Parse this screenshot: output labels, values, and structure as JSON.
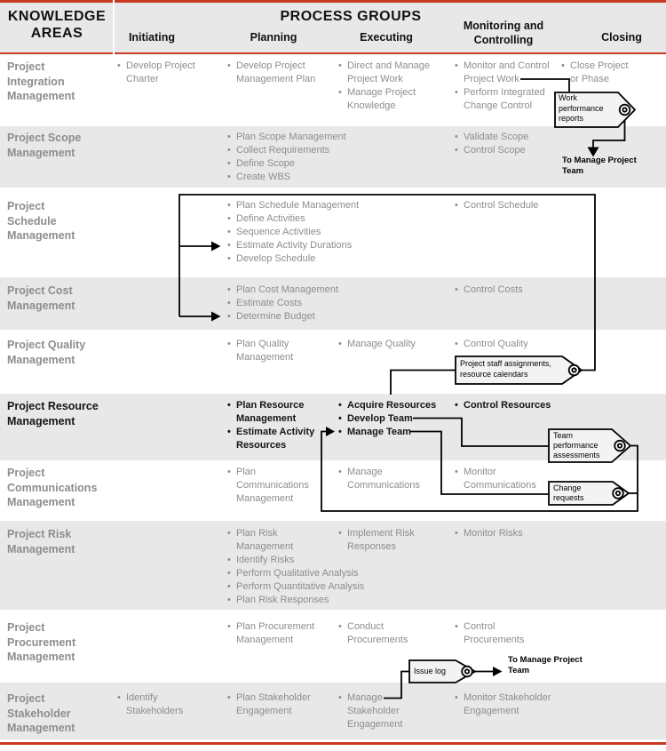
{
  "header": {
    "knowledge_areas": "KNOWLEDGE\nAREAS",
    "process_groups": "PROCESS GROUPS",
    "columns": [
      "Initiating",
      "Planning",
      "Executing",
      "Monitoring and\nControlling",
      "Closing"
    ]
  },
  "rows": [
    {
      "area": "Project\nIntegration\nManagement",
      "cells": {
        "initiating": [
          "Develop Project\nCharter"
        ],
        "planning": [
          "Develop Project\nManagement Plan"
        ],
        "executing": [
          "Direct and Manage\nProject Work",
          "Manage Project\nKnowledge"
        ],
        "monitoring": [
          "Monitor and Control\nProject Work",
          "Perform Integrated\nChange Control"
        ],
        "closing": [
          "Close Project\nor Phase"
        ]
      }
    },
    {
      "area": "Project Scope\nManagement",
      "cells": {
        "planning": [
          "Plan Scope Management",
          "Collect Requirements",
          "Define Scope",
          "Create WBS"
        ],
        "monitoring": [
          "Validate Scope",
          "Control Scope"
        ]
      }
    },
    {
      "area": "Project\nSchedule\nManagement",
      "cells": {
        "planning": [
          "Plan Schedule Management",
          "Define Activities",
          "Sequence Activities",
          "Estimate Activity Durations",
          "Develop Schedule"
        ],
        "monitoring": [
          "Control Schedule"
        ]
      }
    },
    {
      "area": "Project Cost\nManagement",
      "cells": {
        "planning": [
          "Plan Cost Management",
          "Estimate Costs",
          "Determine Budget"
        ],
        "monitoring": [
          "Control Costs"
        ]
      }
    },
    {
      "area": "Project Quality\nManagement",
      "cells": {
        "planning": [
          "Plan Quality\nManagement"
        ],
        "executing": [
          "Manage Quality"
        ],
        "monitoring": [
          "Control Quality"
        ]
      }
    },
    {
      "area": "Project Resource\nManagement",
      "cells": {
        "planning": [
          "Plan Resource\nManagement",
          "Estimate Activity\nResources"
        ],
        "executing": [
          "Acquire Resources",
          "Develop Team",
          "Manage Team"
        ],
        "monitoring": [
          "Control Resources"
        ]
      }
    },
    {
      "area": "Project\nCommunications\nManagement",
      "cells": {
        "planning": [
          "Plan\nCommunications\nManagement"
        ],
        "executing": [
          "Manage\nCommunications"
        ],
        "monitoring": [
          "Monitor\nCommunications"
        ]
      }
    },
    {
      "area": "Project Risk\nManagement",
      "cells": {
        "planning": [
          "Plan Risk\nManagement",
          "Identify Risks",
          "Perform Qualitative Analysis",
          "Perform Quantitative Analysis",
          "Plan Risk Responses"
        ],
        "executing": [
          "Implement Risk\nResponses"
        ],
        "monitoring": [
          "Monitor Risks"
        ]
      }
    },
    {
      "area": "Project\nProcurement\nManagement",
      "cells": {
        "planning": [
          "Plan Procurement\nManagement"
        ],
        "executing": [
          "Conduct\nProcurements"
        ],
        "monitoring": [
          "Control\nProcurements"
        ]
      }
    },
    {
      "area": "Project\nStakeholder\nManagement",
      "cells": {
        "initiating": [
          "Identify\nStakeholders"
        ],
        "planning": [
          "Plan Stakeholder\nEngagement"
        ],
        "executing": [
          "Manage\nStakeholder\nEngagement"
        ],
        "monitoring": [
          "Monitor Stakeholder\nEngagement"
        ]
      }
    }
  ],
  "tags": [
    {
      "id": "work-performance-reports",
      "label": "Work\nperformance\nreports"
    },
    {
      "id": "project-staff-assignments",
      "label": "Project staff assignments,\nresource calendars"
    },
    {
      "id": "team-performance-assessments",
      "label": "Team\nperformance\nassessments"
    },
    {
      "id": "change-requests",
      "label": "Change\nrequests"
    },
    {
      "id": "issue-log",
      "label": "Issue log"
    }
  ],
  "annotations": [
    {
      "id": "to-manage-project-team-top",
      "label": "To Manage Project\nTeam"
    },
    {
      "id": "to-manage-project-team-bottom",
      "label": "To Manage Project\nTeam"
    }
  ],
  "colors": {
    "accent_red": "#c73b22",
    "row_shade": "#e8e8e8",
    "muted_text": "#8d8d8d",
    "highlight_text": "#141414",
    "tag_fill": "#f3f3f3",
    "line_black": "#000000"
  }
}
